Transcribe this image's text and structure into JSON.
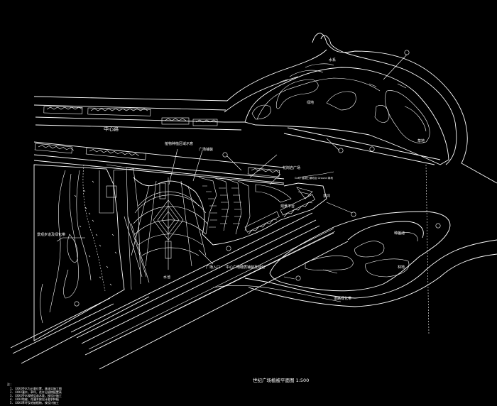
{
  "drawing": {
    "title": "世纪广场植被平面图  1:500",
    "notes_heading": "注:",
    "notes": [
      "1. XXXX乔木为示意位置，具体见施工图",
      "2. XXXX灌木，草坪，花卉见植物配置表",
      "3. XXXX乔木规格见苗木表，按设计施工",
      "4. XXXX地被，花灌木按设计要求种植",
      "5. XXXX草坪及地被植物，按设计施工"
    ]
  },
  "labels": {
    "road_name": "中心路",
    "callout_1": "植物种植区域示意",
    "callout_2": "广场铺装",
    "callout_3": "花岗岩广场",
    "callout_4": "Gray 混凝土铺地及 Ground 绿地",
    "callout_5": "草坪",
    "callout_6": "观景平台",
    "callout_7": "广场入口",
    "callout_8": "水池",
    "callout_9": "道路绿化带",
    "callout_10": "种植池",
    "callout_11": "中心广场硬质铺装及绿化",
    "left_label": "景观步道及绿化带",
    "island_1": "水系",
    "island_2": "绿地",
    "island_3": "草地",
    "island_4": "林地"
  }
}
